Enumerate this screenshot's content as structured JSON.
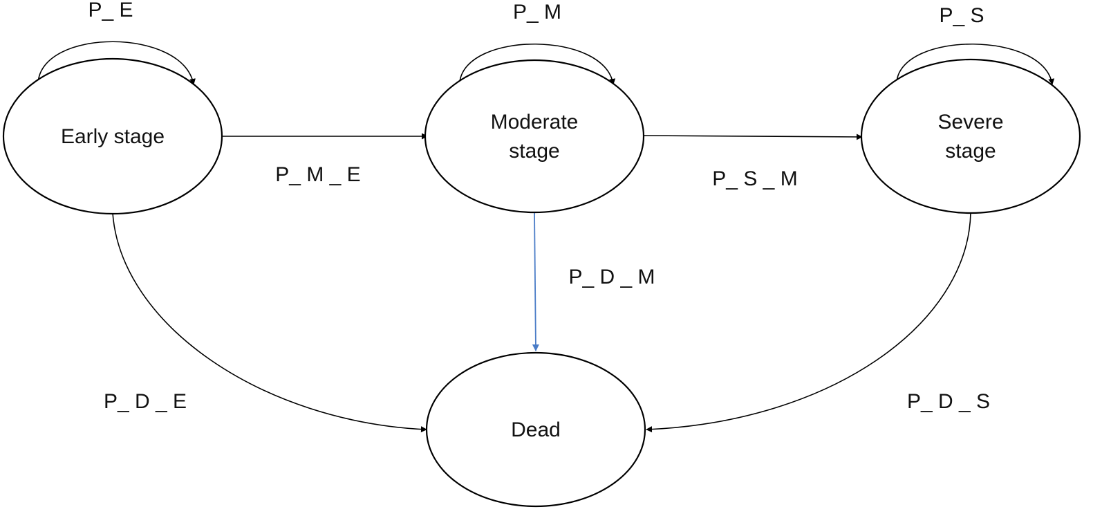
{
  "states": {
    "early": {
      "label_lines": [
        "Early stage"
      ]
    },
    "moderate": {
      "label_lines": [
        "Moderate",
        "stage"
      ]
    },
    "severe": {
      "label_lines": [
        "Severe",
        "stage"
      ]
    },
    "dead": {
      "label_lines": [
        "Dead"
      ]
    }
  },
  "transitions": {
    "p_e": {
      "from": "Early stage",
      "to": "Early stage",
      "label": "P_ E"
    },
    "p_m": {
      "from": "Moderate stage",
      "to": "Moderate stage",
      "label": "P_ M"
    },
    "p_s": {
      "from": "Severe stage",
      "to": "Severe stage",
      "label": "P_ S"
    },
    "p_m_e": {
      "from": "Early stage",
      "to": "Moderate stage",
      "label": "P_ M _ E"
    },
    "p_s_m": {
      "from": "Moderate stage",
      "to": "Severe stage",
      "label": "P_ S _ M"
    },
    "p_d_m": {
      "from": "Moderate stage",
      "to": "Dead",
      "label": "P_ D _ M"
    },
    "p_d_e": {
      "from": "Early stage",
      "to": "Dead",
      "label": "P_ D _ E"
    },
    "p_d_s": {
      "from": "Severe stage",
      "to": "Dead",
      "label": "P_ D _ S"
    }
  },
  "colors": {
    "outline": "#000000",
    "moderate_to_dead_arrow": "#4a7cc7"
  }
}
